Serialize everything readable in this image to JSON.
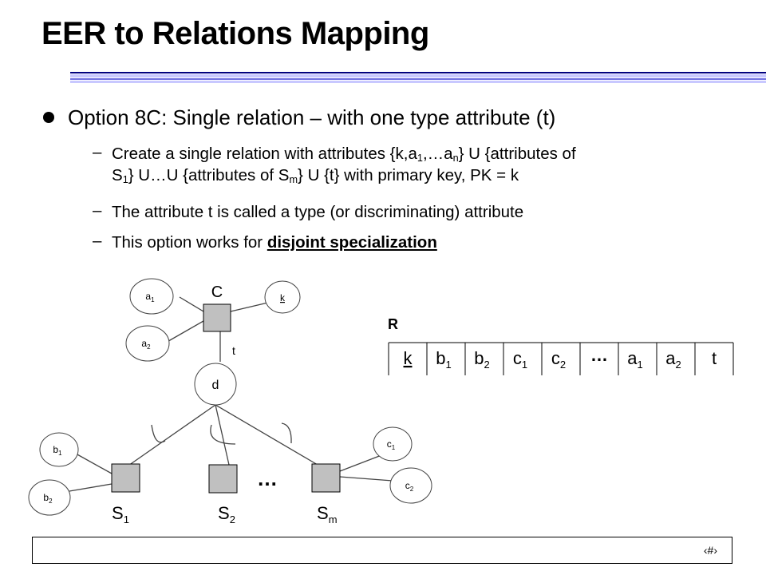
{
  "title": "EER to Relations Mapping",
  "bullet": "Option 8C: Single relation – with one type attribute (t)",
  "sub1": {
    "line1_a": "Create a single relation with attributes {k,a",
    "line1_b": ",…a",
    "line1_c": "} U {attributes of",
    "line2_a": "S",
    "line2_b": "} U…U {attributes of S",
    "line2_c": "} U {t} with primary key, PK = k"
  },
  "sub2": "The attribute t is called a type (or discriminating) attribute",
  "sub3_a": "This option works for ",
  "sub3_b": "disjoint specialization",
  "dash": "–",
  "diagram": {
    "superclass": "C",
    "key_attr": "k",
    "type_label": "t",
    "disjoint": "d",
    "ellipsis": "…",
    "subclasses": [
      "S",
      "S",
      "S"
    ],
    "subclass_subs": [
      "1",
      "2",
      "m"
    ]
  },
  "relation": {
    "name": "R",
    "columns": [
      {
        "base": "k",
        "sub": "",
        "key": true
      },
      {
        "base": "b",
        "sub": "1"
      },
      {
        "base": "b",
        "sub": "2"
      },
      {
        "base": "c",
        "sub": "1"
      },
      {
        "base": "c",
        "sub": "2"
      },
      {
        "base": "…",
        "sub": ""
      },
      {
        "base": "a",
        "sub": "1"
      },
      {
        "base": "a",
        "sub": "2"
      },
      {
        "base": "t",
        "sub": ""
      }
    ]
  },
  "page_number": "‹#›"
}
